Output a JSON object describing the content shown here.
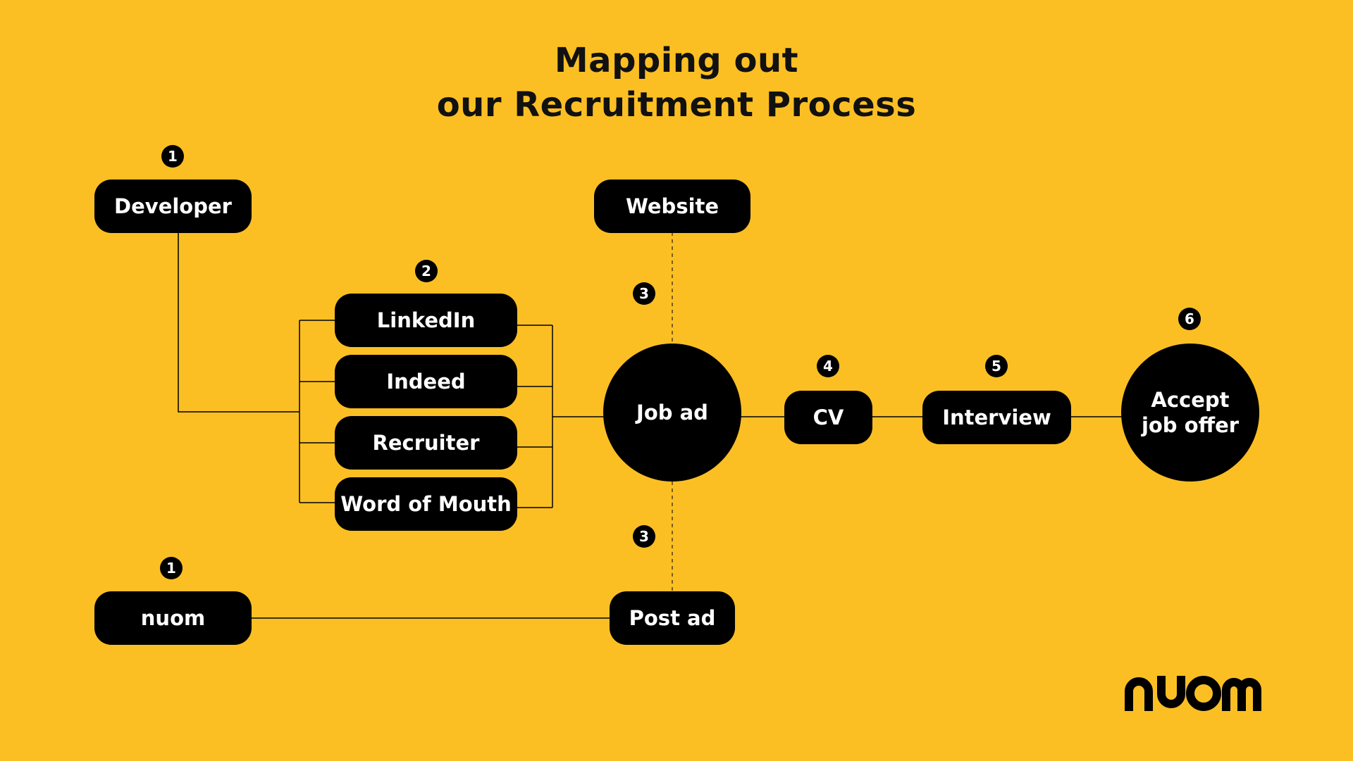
{
  "title": {
    "line1": "Mapping out",
    "line2": "our Recruitment Process"
  },
  "nodes": {
    "developer": "Developer",
    "website": "Website",
    "linkedin": "LinkedIn",
    "indeed": "Indeed",
    "recruiter": "Recruiter",
    "word_of_mouth": "Word of Mouth",
    "job_ad": "Job ad",
    "cv": "CV",
    "interview": "Interview",
    "accept_job_offer": "Accept\njob offer",
    "nuom": "nuom",
    "post_ad": "Post ad"
  },
  "steps": {
    "developer": "1",
    "channels": "2",
    "job_ad_top": "3",
    "cv": "4",
    "interview": "5",
    "accept": "6",
    "job_ad_bottom": "3",
    "nuom": "1"
  },
  "logo": {
    "text": "nuom",
    "icon": "nuom-logo"
  },
  "colors": {
    "background": "#fbbf24",
    "node": "#000000",
    "node_text": "#ffffff"
  }
}
